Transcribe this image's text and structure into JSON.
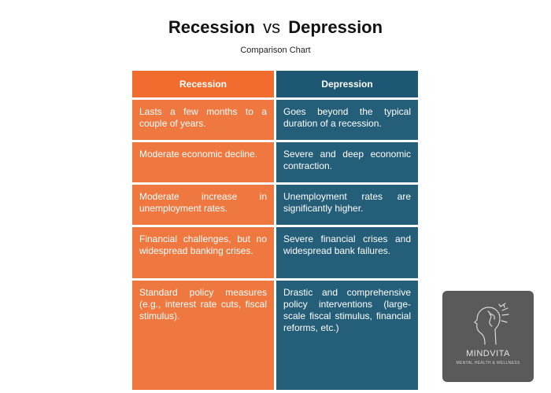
{
  "title": {
    "left": "Recession",
    "middle": "vs",
    "right": "Depression"
  },
  "subtitle": "Comparison Chart",
  "table": {
    "headers": [
      "Recession",
      "Depression"
    ],
    "rows": [
      {
        "recession": "Lasts a few months to a couple of years.",
        "depression": "Goes beyond the typical duration of a recession."
      },
      {
        "recession": "Moderate economic decline.",
        "depression": "Severe and deep economic contraction."
      },
      {
        "recession": "Moderate increase in unemployment rates.",
        "depression": "Unemployment rates are significantly higher."
      },
      {
        "recession": "Financial challenges, but no widespread banking crises.",
        "depression": "Severe financial crises and widespread bank failures."
      },
      {
        "recession": "Standard policy measures (e.g., interest rate cuts, fiscal stimulus).",
        "depression": "Drastic and comprehensive policy interventions (large-scale fiscal stimulus, financial reforms, etc.)"
      }
    ]
  },
  "logo": {
    "name": "MINDVITA",
    "tagline": "MENTAL HEALTH & WELLNESS"
  },
  "colors": {
    "recession_header": "#f06d2f",
    "recession_cell": "#ee7840",
    "depression_header": "#1d5774",
    "depression_cell": "#245e79",
    "logo_background": "#5a5a5a"
  }
}
